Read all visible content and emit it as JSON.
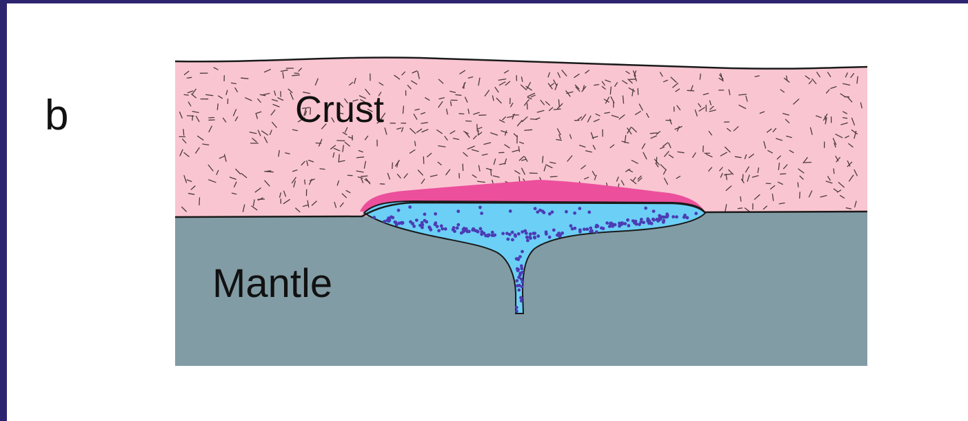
{
  "panel_letter": "b",
  "labels": {
    "crust": "Crust",
    "mantle": "Mantle"
  },
  "colors": {
    "frame_border": "#2d2470",
    "background": "#ffffff",
    "crust": "#f9c5d1",
    "mantle": "#829ca5",
    "magma_chamber": "#6ccff6",
    "melt_cap": "#ec4f9b",
    "crystals": "#4b3cb4",
    "outline": "#1a1a1a"
  }
}
